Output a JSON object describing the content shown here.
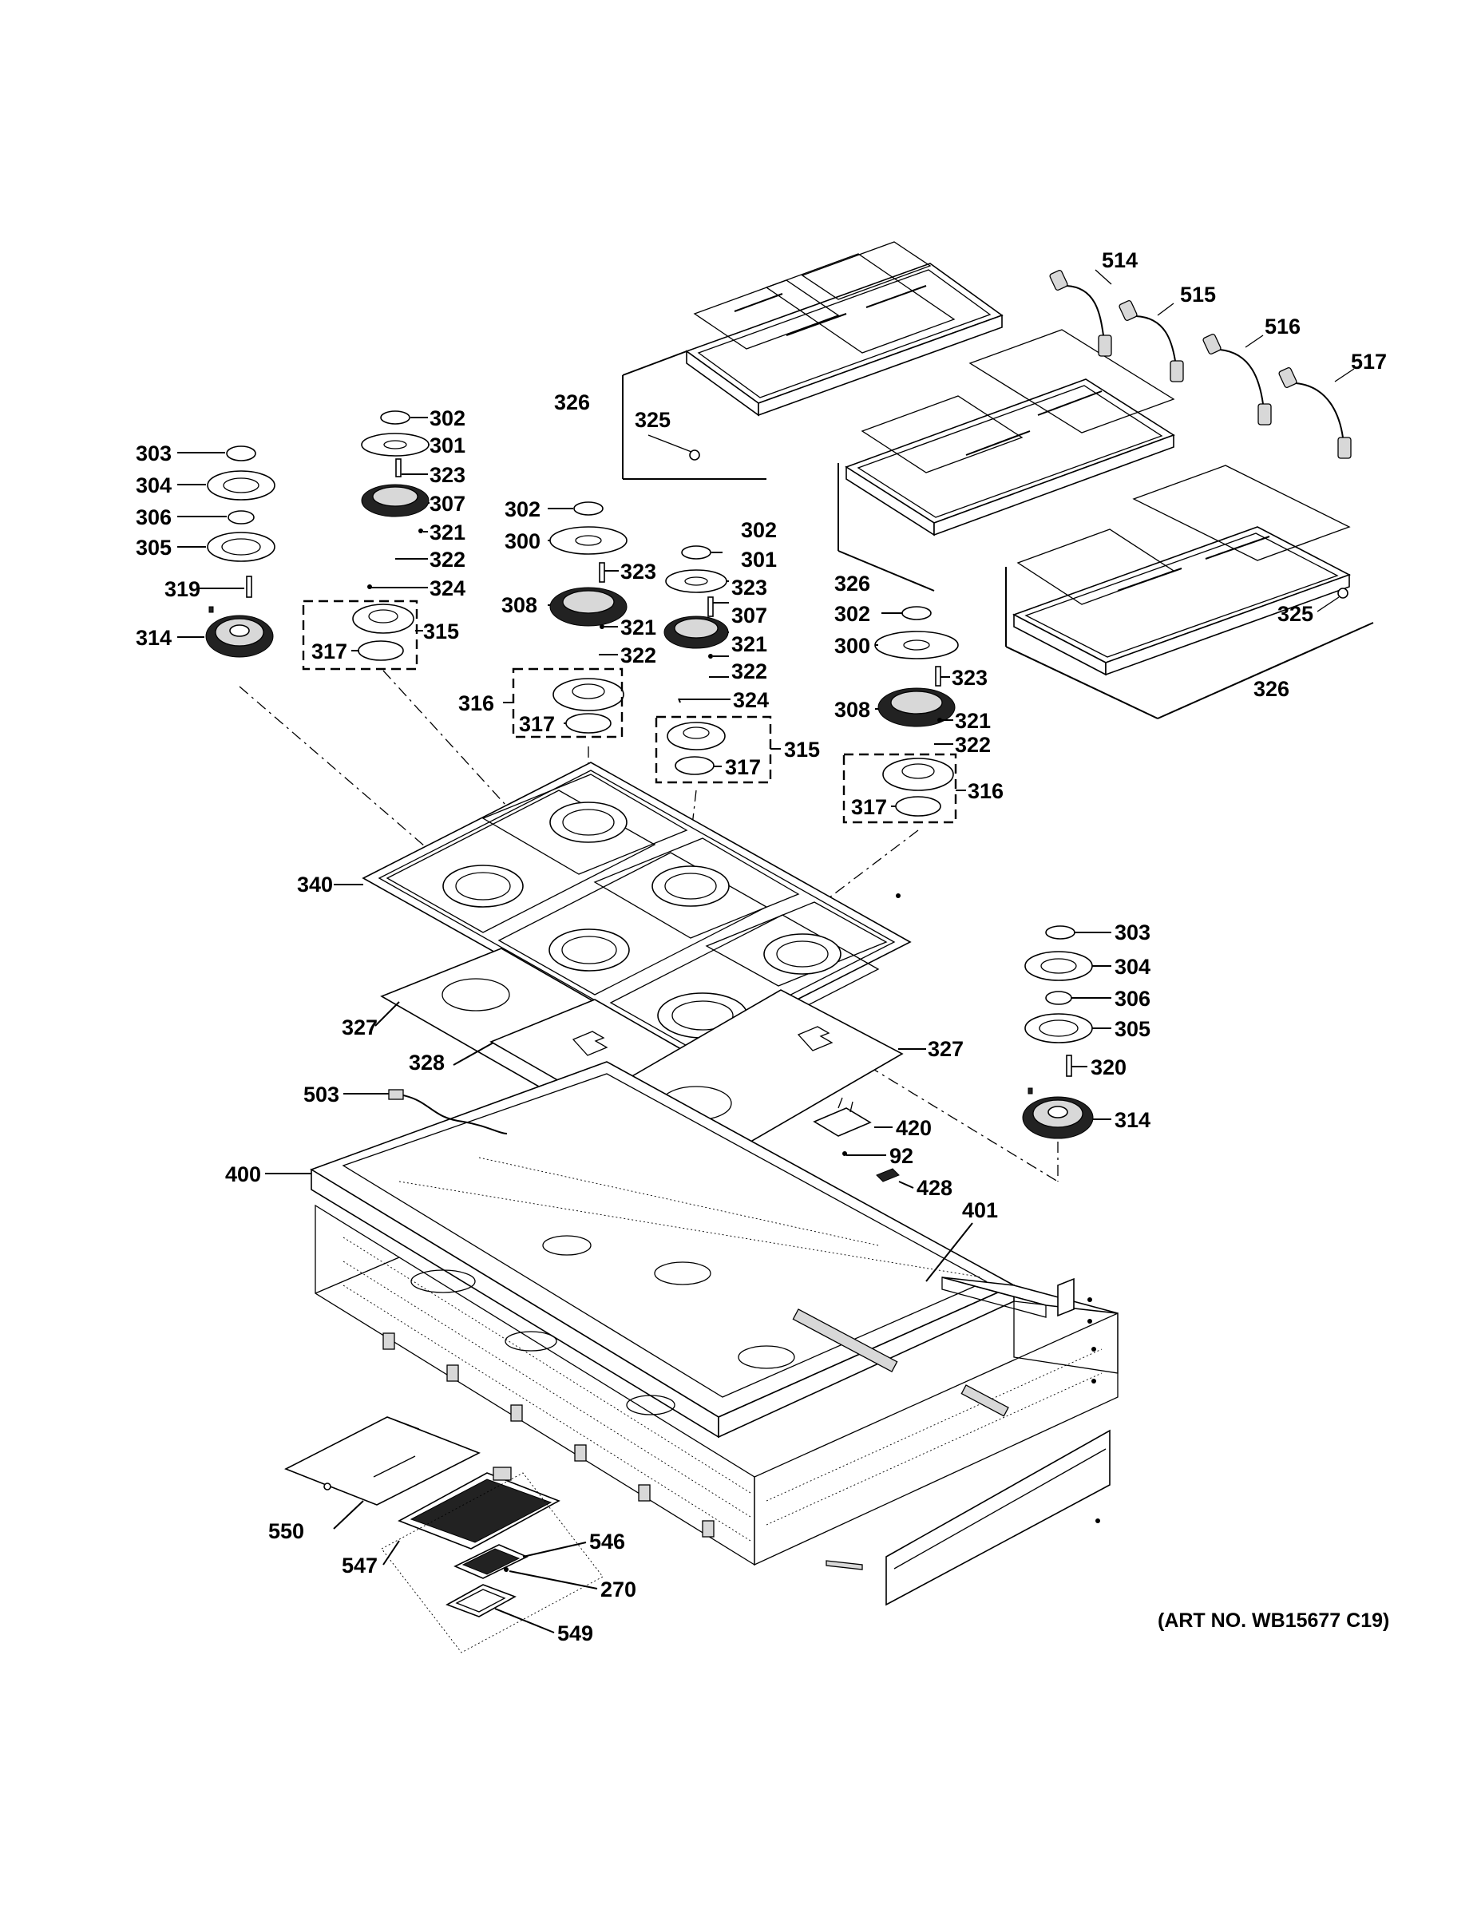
{
  "art_number": "(ART NO. WB15677 C19)",
  "callouts": {
    "c303a": "303",
    "c304a": "304",
    "c306a": "306",
    "c305a": "305",
    "c319": "319",
    "c314a": "314",
    "c302a": "302",
    "c301a": "301",
    "c323a": "323",
    "c307a": "307",
    "c321a": "321",
    "c322a": "322",
    "c324a": "324",
    "c315a": "315",
    "c317a": "317",
    "c302b": "302",
    "c300a": "300",
    "c323b": "323",
    "c308a": "308",
    "c321b": "321",
    "c322b": "322",
    "c316a": "316",
    "c317b": "317",
    "c302c": "302",
    "c301b": "301",
    "c323c": "323",
    "c307b": "307",
    "c321c": "321",
    "c322c": "322",
    "c324b": "324",
    "c315b": "315",
    "c317c": "317",
    "c302d": "302",
    "c300b": "300",
    "c323d": "323",
    "c308b": "308",
    "c321d": "321",
    "c322d": "322",
    "c316b": "316",
    "c317d": "317",
    "c326a": "326",
    "c325a": "325",
    "c326b": "326",
    "c325b": "325",
    "c326c": "326",
    "c514": "514",
    "c515": "515",
    "c516": "516",
    "c517": "517",
    "c340": "340",
    "c327a": "327",
    "c327b": "327",
    "c328": "328",
    "c503": "503",
    "c400": "400",
    "c401": "401",
    "c420": "420",
    "c92": "92",
    "c428": "428",
    "c303b": "303",
    "c304b": "304",
    "c306b": "306",
    "c305b": "305",
    "c320": "320",
    "c314b": "314",
    "c550": "550",
    "c547": "547",
    "c546": "546",
    "c270": "270",
    "c549": "549"
  }
}
